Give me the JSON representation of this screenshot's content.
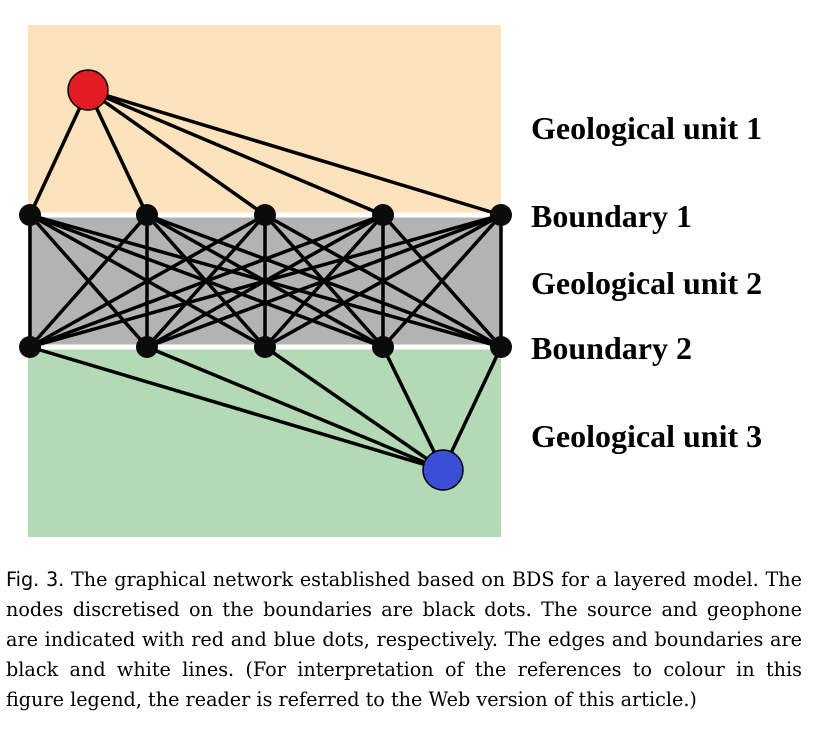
{
  "figure": {
    "labels": {
      "unit1": "Geological unit 1",
      "boundary1": "Boundary 1",
      "unit2": "Geological unit 2",
      "boundary2": "Boundary 2",
      "unit3": "Geological unit 3"
    },
    "colors": {
      "unit1_fill": "#fde3bd",
      "unit2_fill": "#b3b3b3",
      "unit3_fill": "#b3d9b5",
      "boundary_line": "#ffffff",
      "edge": "#000000",
      "boundary_node": "#0b0b0b",
      "source_node": "#e31b23",
      "geophone_node": "#3b4fd6"
    },
    "nodes": {
      "source": {
        "role": "source",
        "color": "red"
      },
      "geophone": {
        "role": "geophone",
        "color": "blue"
      },
      "boundary1_count": 5,
      "boundary2_count": 5
    }
  },
  "caption": {
    "label": "Fig. 3.",
    "text": " The graphical network established based on BDS for a layered model. The nodes discretised on the boundaries are black dots. The source and geophone are indicated with red and blue dots, respectively. The edges and boundaries are black and white lines. (For interpretation of the references to colour in this figure legend, the reader is referred to the Web version of this article.)"
  }
}
